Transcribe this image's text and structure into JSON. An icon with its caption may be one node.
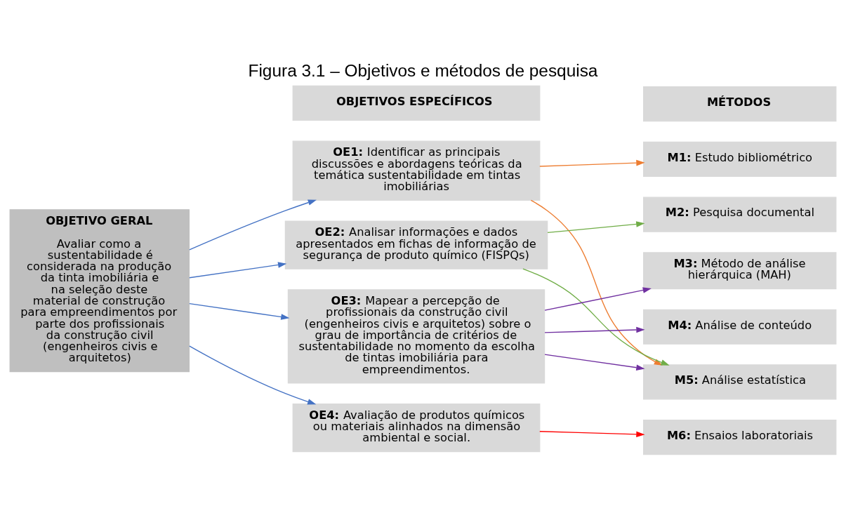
{
  "diagram": {
    "title": "Figura 3.1 – Objetivos e métodos de pesquisa",
    "nodes": [
      {
        "text": [
          "OBJETIVO GERAL",
          "Avaliar como a sustentabilidade é considerada na produção da tinta imobiliária e na seleção deste material de construção para empreendimentos por parte dos profissionais da construção civil (engenheiros civis e arquitetos)"
        ]
      },
      {
        "text": [
          "OBJETIVOS ESPECÍFICOS"
        ]
      },
      {
        "text": [
          "MÉTODOS"
        ]
      },
      {
        "text": [
          "**OE1:** Identificar as principais discussões e abordagens teóricas da temática sustentabilidade em tintas imobiliárias"
        ]
      },
      {
        "text": [
          "**OE2:** Analisar informações e dados apresentados em fichas de informação de segurança de produto químico (FISPQs)"
        ]
      },
      {
        "text": [
          "**OE3:** Mapear a percepção de profissionais da construção civil (engenheiros civis e arquitetos) sobre o grau de importância de critérios de sustentabilidade no momento da escolha de tintas imobiliária para empreendimentos."
        ]
      },
      {
        "text": [
          "**OE4:** Avaliação de produtos químicos ou materiais alinhados na dimensão ambiental e social."
        ]
      },
      {
        "text": [
          "**M1:** Estudo bibliométrico"
        ]
      },
      {
        "text": [
          "**M2:** Pesquisa documental"
        ]
      },
      {
        "text": [
          "**M3:** Método de análise hierárquica (MAH)"
        ]
      },
      {
        "text": [
          "**M4:** Análise de conteúdo"
        ]
      },
      {
        "text": [
          "**M5:** Análise estatística"
        ]
      },
      {
        "text": [
          "**M6:** Ensaios laboratoriais"
        ]
      }
    ],
    "edges": [
      {
        "from": 0,
        "to": 3,
        "arrow": "to",
        "color": "#4472c4"
      },
      {
        "from": 0,
        "to": 4,
        "arrow": "to",
        "color": "#4472c4"
      },
      {
        "from": 0,
        "to": 5,
        "arrow": "to",
        "color": "#4472c4"
      },
      {
        "from": 0,
        "to": 6,
        "arrow": "to",
        "color": "#4472c4"
      },
      {
        "from": 3,
        "to": 7,
        "arrow": "to",
        "color": "#ed7d31"
      },
      {
        "from": 3,
        "to": 11,
        "arrow": "to",
        "color": "#ed7d31"
      },
      {
        "from": 4,
        "to": 8,
        "arrow": "to",
        "color": "#70ad47"
      },
      {
        "from": 4,
        "to": 11,
        "arrow": "to",
        "color": "#70ad47"
      },
      {
        "from": 5,
        "to": 9,
        "arrow": "to",
        "color": "#7030a0"
      },
      {
        "from": 5,
        "to": 10,
        "arrow": "to",
        "color": "#7030a0"
      },
      {
        "from": 5,
        "to": 11,
        "arrow": "to",
        "color": "#7030a0"
      },
      {
        "from": 6,
        "to": 12,
        "arrow": "to",
        "color": "#ff0000"
      }
    ]
  }
}
